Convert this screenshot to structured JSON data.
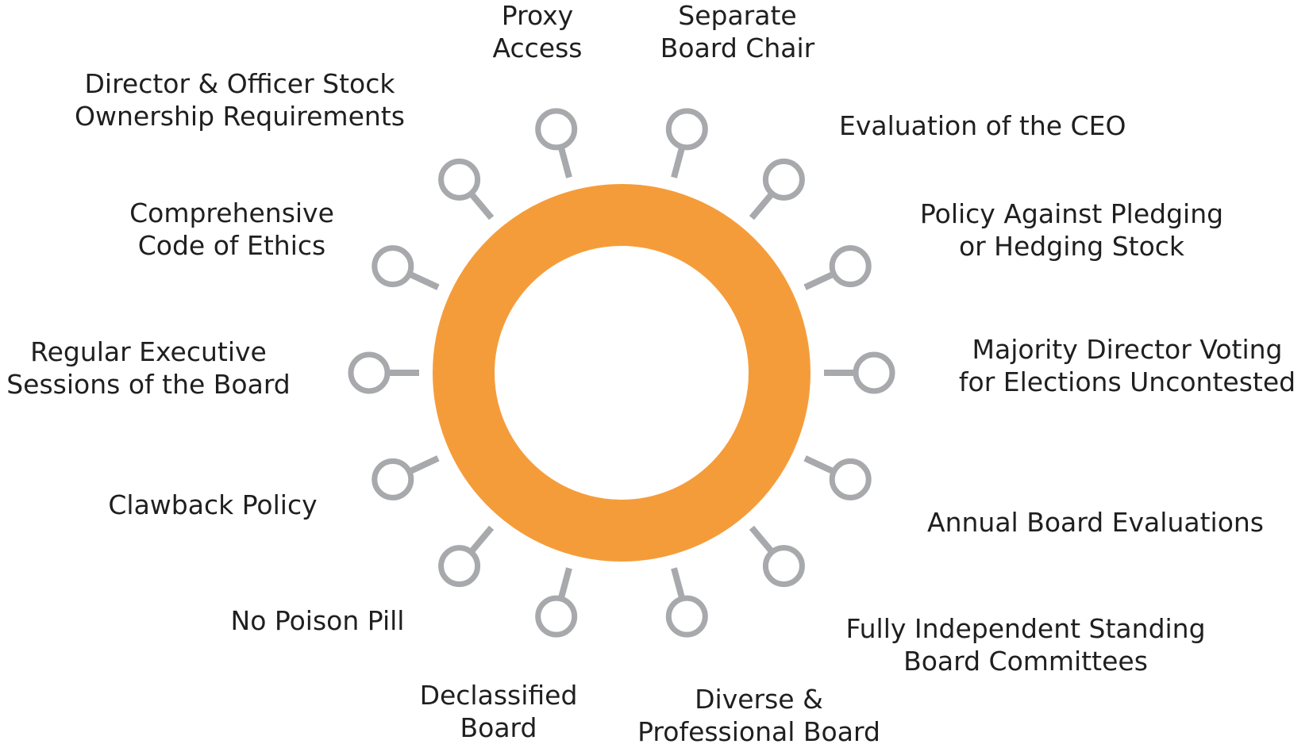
{
  "colors": {
    "ring": "#f59c3a",
    "spoke": "#a7a9ac",
    "text": "#1f1f1f",
    "background": "#ffffff"
  },
  "practices": [
    {
      "id": "proxy-access",
      "lines": [
        "Proxy",
        "Access"
      ]
    },
    {
      "id": "separate-board-chair",
      "lines": [
        "Separate",
        "Board Chair"
      ]
    },
    {
      "id": "evaluation-of-the-ceo",
      "lines": [
        "Evaluation of the CEO"
      ]
    },
    {
      "id": "policy-against-pledging",
      "lines": [
        "Policy Against Pledging",
        "or Hedging Stock"
      ]
    },
    {
      "id": "majority-director-voting",
      "lines": [
        "Majority Director Voting",
        "for Elections Uncontested"
      ]
    },
    {
      "id": "annual-board-evaluations",
      "lines": [
        "Annual Board Evaluations"
      ]
    },
    {
      "id": "fully-independent-committees",
      "lines": [
        "Fully Independent Standing",
        "Board Committees"
      ]
    },
    {
      "id": "diverse-professional-board",
      "lines": [
        "Diverse &",
        "Professional Board"
      ]
    },
    {
      "id": "declassified-board",
      "lines": [
        "Declassified",
        "Board"
      ]
    },
    {
      "id": "no-poison-pill",
      "lines": [
        "No Poison Pill"
      ]
    },
    {
      "id": "clawback-policy",
      "lines": [
        "Clawback Policy"
      ]
    },
    {
      "id": "regular-executive-sessions",
      "lines": [
        "Regular Executive",
        "Sessions of the Board"
      ]
    },
    {
      "id": "comprehensive-code-of-ethics",
      "lines": [
        "Comprehensive",
        "Code of Ethics"
      ]
    },
    {
      "id": "stock-ownership-requirements",
      "lines": [
        "Director & Officer Stock",
        "Ownership Requirements"
      ]
    }
  ]
}
